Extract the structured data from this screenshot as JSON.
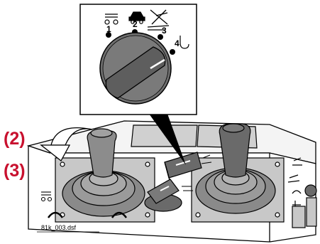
{
  "callouts": {
    "step_2": "(2)",
    "step_3": "(3)"
  },
  "selector": {
    "positions": [
      "1",
      "2",
      "3",
      "4"
    ]
  },
  "file_label": "81k_003.dsf",
  "icons": [
    "wheel-drive-icon",
    "vehicle-icon",
    "tipper-icon",
    "hook-icon",
    "rotate-ccw-icon",
    "rotate-cw-icon"
  ],
  "colors": {
    "callout_red": "#c8102e",
    "line": "#000000",
    "grey_mid": "#8c8c8c",
    "grey_dark": "#6a6a6a",
    "grey_light": "#c8c8c8"
  }
}
